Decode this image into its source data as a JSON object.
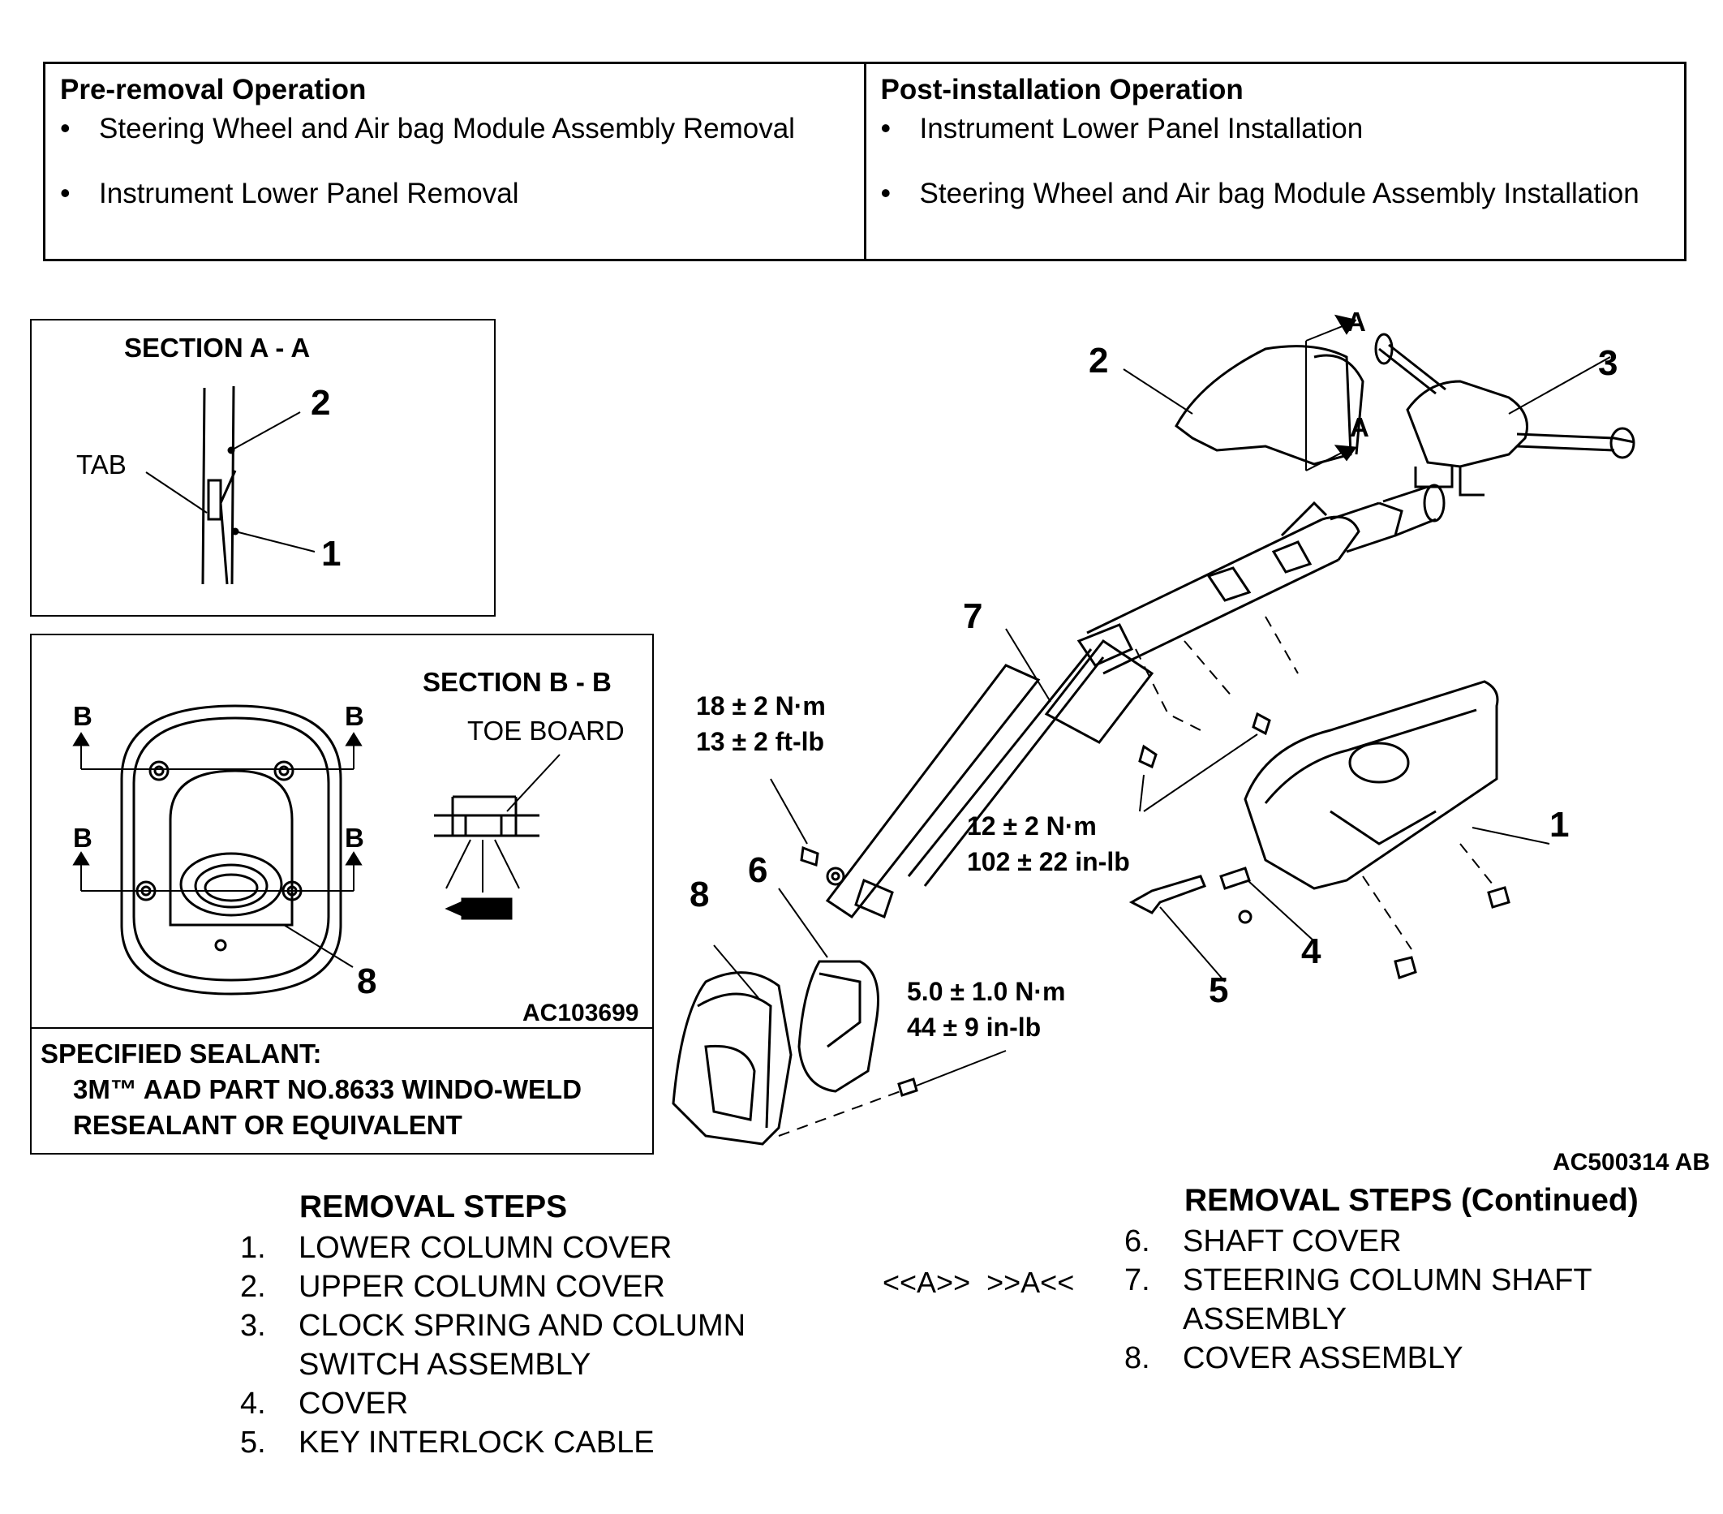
{
  "operations": {
    "pre": {
      "title": "Pre-removal Operation",
      "items": [
        "Steering Wheel and Air bag Module Assembly Removal",
        "Instrument Lower Panel Removal"
      ]
    },
    "post": {
      "title": "Post-installation Operation",
      "items": [
        "Instrument Lower Panel Installation",
        "Steering Wheel and Air bag Module Assembly Installation"
      ]
    }
  },
  "section_a": {
    "title": "SECTION A - A",
    "tab_label": "TAB",
    "callouts": [
      "2",
      "1"
    ]
  },
  "section_b": {
    "title": "SECTION B - B",
    "toe_board": "TOE BOARD",
    "b_marks": [
      "B",
      "B",
      "B",
      "B"
    ],
    "callout": "8",
    "code": "AC103699"
  },
  "sealant": {
    "line1": "SPECIFIED SEALANT:",
    "line2": "3M™ AAD PART NO.8633 WINDO-WELD",
    "line3": "RESEALANT OR EQUIVALENT"
  },
  "main_diagram": {
    "callouts": [
      "1",
      "2",
      "3",
      "4",
      "5",
      "6",
      "7",
      "8"
    ],
    "arrow_labels": [
      "A",
      "A"
    ],
    "torques": [
      {
        "line1": "18 ± 2 N·m",
        "line2": "13 ± 2 ft-lb"
      },
      {
        "line1": "12 ± 2 N·m",
        "line2": "102 ± 22 in-lb"
      },
      {
        "line1": "5.0 ± 1.0 N·m",
        "line2": "44 ± 9 in-lb"
      }
    ],
    "code": "AC500314 AB"
  },
  "removal_steps": {
    "title": "REMOVAL STEPS",
    "steps": [
      {
        "num": "1.",
        "text": "LOWER COLUMN COVER"
      },
      {
        "num": "2.",
        "text": "UPPER COLUMN COVER"
      },
      {
        "num": "3.",
        "text": "CLOCK SPRING AND COLUMN",
        "text2": "SWITCH ASSEMBLY"
      },
      {
        "num": "4.",
        "text": "COVER"
      },
      {
        "num": "5.",
        "text": "KEY INTERLOCK CABLE"
      }
    ]
  },
  "removal_steps_cont": {
    "title": "REMOVAL STEPS (Continued)",
    "marker": "<<A>>  >>A<<",
    "steps": [
      {
        "num": "6.",
        "text": "SHAFT COVER"
      },
      {
        "num": "7.",
        "text": "STEERING COLUMN SHAFT",
        "text2": "ASSEMBLY"
      },
      {
        "num": "8.",
        "text": "COVER ASSEMBLY"
      }
    ]
  }
}
